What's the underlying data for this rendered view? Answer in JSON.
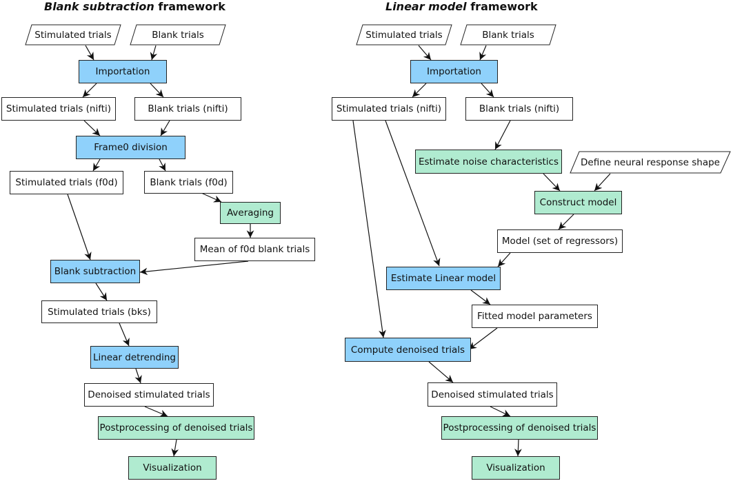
{
  "left": {
    "title_italic": "Blank subtraction",
    "title_rest": " framework",
    "nodes": {
      "stim_in": "Stimulated trials",
      "blank_in": "Blank trials",
      "importation": "Importation",
      "stim_nifti": "Stimulated trials (nifti)",
      "blank_nifti": "Blank trials (nifti)",
      "frame0": "Frame0 division",
      "stim_f0d": "Stimulated trials (f0d)",
      "blank_f0d": "Blank trials (f0d)",
      "averaging": "Averaging",
      "mean_f0d": "Mean of f0d blank trials",
      "blank_sub": "Blank subtraction",
      "stim_bks": "Stimulated trials (bks)",
      "detrend": "Linear detrending",
      "denoised": "Denoised stimulated trials",
      "postproc": "Postprocessing of denoised trials",
      "viz": "Visualization"
    }
  },
  "right": {
    "title_italic": "Linear model",
    "title_rest": " framework",
    "nodes": {
      "stim_in": "Stimulated trials",
      "blank_in": "Blank trials",
      "importation": "Importation",
      "stim_nifti": "Stimulated trials (nifti)",
      "blank_nifti": "Blank trials (nifti)",
      "noise": "Estimate noise characteristics",
      "neural": "Define neural response shape",
      "construct": "Construct model",
      "model": "Model (set of regressors)",
      "estimate": "Estimate Linear model",
      "fitted": "Fitted model parameters",
      "compute": "Compute denoised trials",
      "denoised": "Denoised stimulated trials",
      "postproc": "Postprocessing of denoised trials",
      "viz": "Visualization"
    }
  },
  "colors": {
    "process_blue": "#8fd1fb",
    "process_green": "#b0ebd0",
    "data_white": "#ffffff"
  }
}
